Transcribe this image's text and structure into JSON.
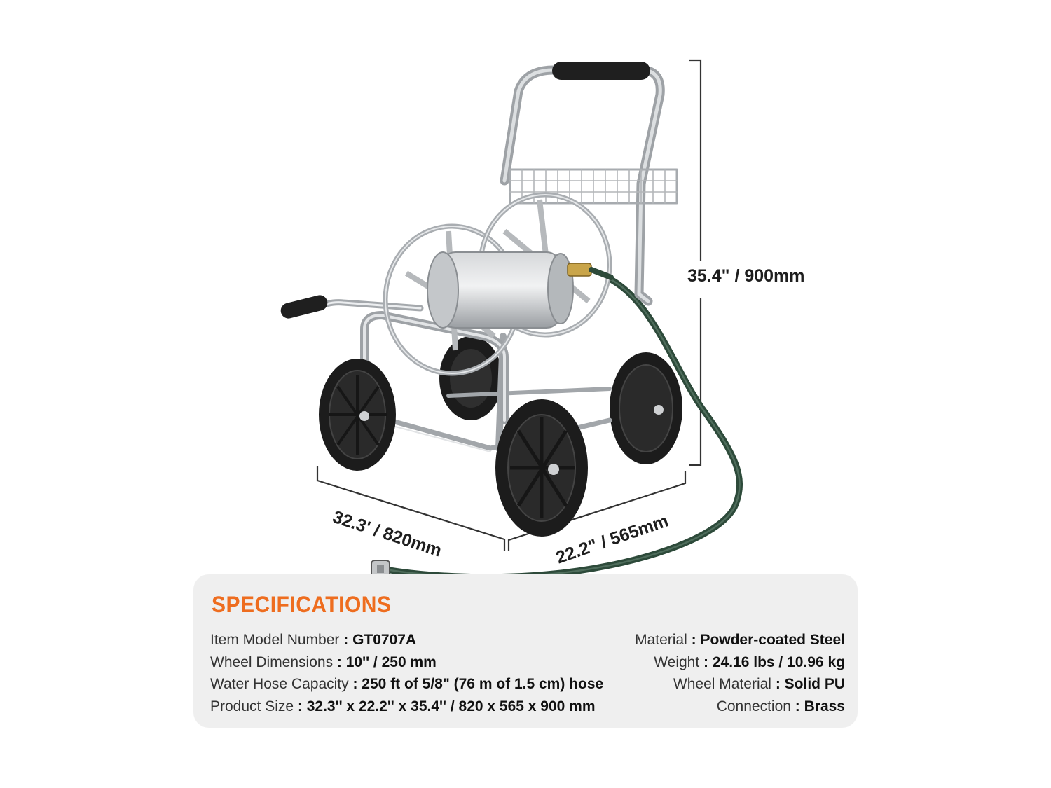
{
  "dimensions": {
    "height": "35.4\" / 900mm",
    "length": "32.3' / 820mm",
    "width": "22.2\" / 565mm"
  },
  "specifications": {
    "title": "SPECIFICATIONS",
    "left": [
      {
        "label": "Item Model Number",
        "sep": " : ",
        "value": "GT0707A"
      },
      {
        "label": "Wheel Dimensions",
        "sep": " : ",
        "value": "10'' / 250 mm"
      },
      {
        "label": "Water Hose Capacity",
        "sep": " : ",
        "value": "250 ft of 5/8\" (76 m of 1.5 cm) hose"
      },
      {
        "label": "Product Size",
        "sep": " : ",
        "value": "32.3'' x 22.2'' x 35.4'' / 820 x 565 x 900 mm"
      }
    ],
    "right": [
      {
        "label": "Material",
        "sep": " : ",
        "value": "Powder-coated Steel"
      },
      {
        "label": "Weight",
        "sep": " : ",
        "value": "24.16 lbs / 10.96 kg"
      },
      {
        "label": "Wheel Material",
        "sep": " : ",
        "value": "Solid PU"
      },
      {
        "label": "Connection",
        "sep": " : ",
        "value": "Brass"
      }
    ]
  },
  "colors": {
    "accent": "#ee6d1f",
    "panel": "#efefef",
    "frame": "#c9cbcd",
    "tire": "#1c1c1c",
    "hose": "#2d4a3a"
  }
}
